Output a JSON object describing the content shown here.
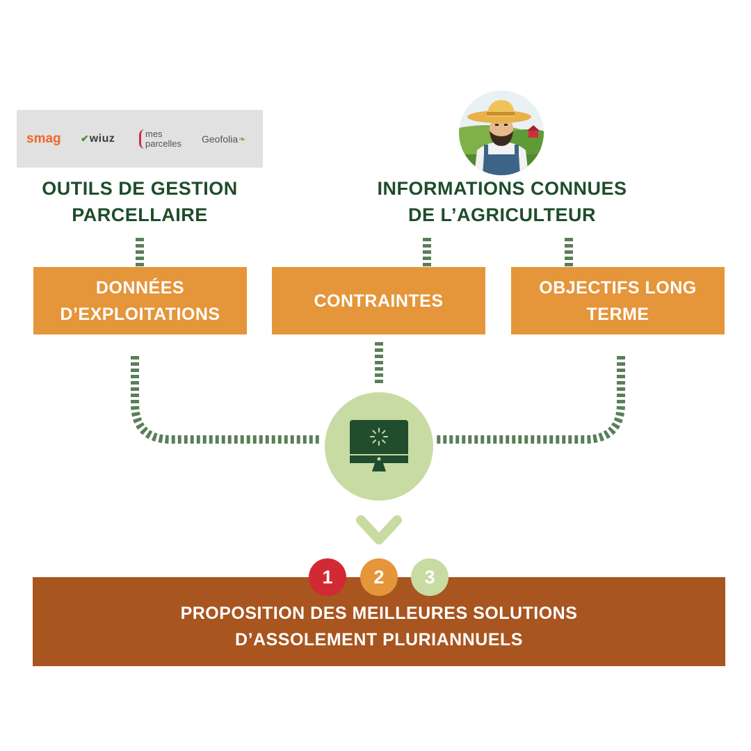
{
  "logos": {
    "smag": "smag",
    "wiuz": "wiuz",
    "mesparcelles_line1": "mes",
    "mesparcelles_line2": "parcelles",
    "geofolia": "Geofolia"
  },
  "headings": {
    "tools_line1": "OUTILS DE GESTION",
    "tools_line2": "PARCELLAIRE",
    "farmer_line1": "INFORMATIONS CONNUES",
    "farmer_line2": "DE L’AGRICULTEUR"
  },
  "boxes": {
    "donnees_line1": "DONNÉES",
    "donnees_line2": "D’EXPLOITATIONS",
    "contraintes": "CONTRAINTES",
    "objectifs_line1": "OBJECTIFS LONG",
    "objectifs_line2": "TERME"
  },
  "badges": [
    "1",
    "2",
    "3"
  ],
  "result": {
    "line1": "PROPOSITION DES MEILLEURES SOLUTIONS",
    "line2": "D’ASSOLEMENT PLURIANNUELS"
  },
  "colors": {
    "dark_green": "#1e4d2b",
    "orange": "#e5953a",
    "brown": "#a85520",
    "light_green": "#c8dba2",
    "red": "#d12a35",
    "connector": "#5a7f58"
  },
  "icons": {
    "farmer": "farmer-avatar-icon",
    "computer": "computer-loading-icon",
    "chevron": "chevron-down-icon"
  }
}
